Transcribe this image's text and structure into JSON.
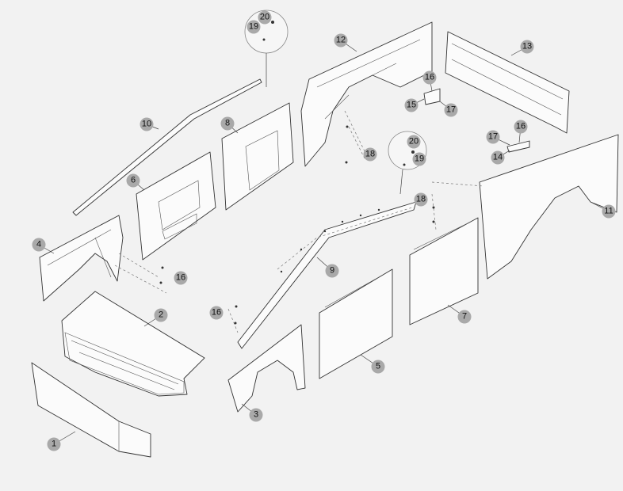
{
  "diagram": {
    "callouts": [
      "1",
      "2",
      "3",
      "4",
      "5",
      "6",
      "7",
      "8",
      "9",
      "10",
      "11",
      "12",
      "13",
      "14",
      "15",
      "16",
      "16",
      "16",
      "16",
      "17",
      "17",
      "18",
      "18",
      "19",
      "19",
      "20",
      "20"
    ]
  }
}
